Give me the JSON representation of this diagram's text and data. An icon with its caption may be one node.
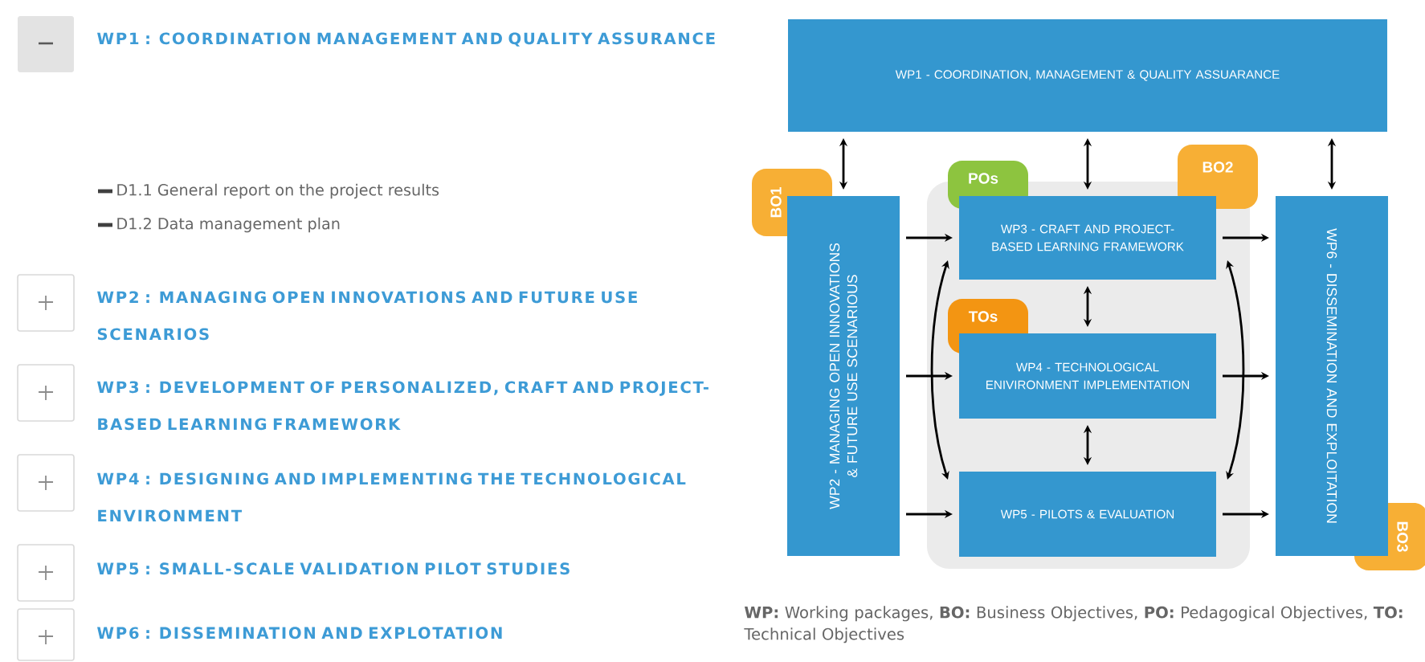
{
  "diagram": {
    "nodes": [
      {
        "text": [
          "WP1 - COORDINATION, MANAGEMENT & QUALITY ASSUARANCE"
        ]
      },
      {
        "text": [
          "BO1"
        ]
      },
      {
        "text": [
          "WP2 - MANAGING OPEN INNOVATIONS & FUTURE USE SCENARIOUS"
        ]
      },
      {
        "text": [],
        "shape": "box"
      },
      {
        "text": [
          "POs"
        ]
      },
      {
        "text": [
          "BO2"
        ]
      },
      {
        "text": [
          "WP3 - CRAFT AND PROJECT-BASED LEARNING FRAMEWORK"
        ],
        "in": 3
      },
      {
        "text": [
          "TOs"
        ],
        "in": 3
      },
      {
        "text": [
          "WP4 - TECHNOLOGICAL ENIVIRONMENT IMPLEMENTATION"
        ],
        "in": 3
      },
      {
        "text": [
          "WP5 - PILOTS & EVALUATION"
        ],
        "in": 3
      },
      {
        "text": [
          "WP6 - DISSEMINATION AND EXPLOITATION"
        ]
      },
      {
        "text": [
          "BO3"
        ]
      }
    ],
    "edges": [
      {
        "from": 0,
        "to": 2,
        "arrow": "both"
      },
      {
        "from": 0,
        "to": 6,
        "arrow": "both"
      },
      {
        "from": 0,
        "to": 10,
        "arrow": "both"
      },
      {
        "from": 2,
        "to": 6,
        "arrow": "to"
      },
      {
        "from": 2,
        "to": 8,
        "arrow": "to"
      },
      {
        "from": 2,
        "to": 9,
        "arrow": "to"
      },
      {
        "from": 6,
        "to": 8,
        "arrow": "both"
      },
      {
        "from": 8,
        "to": 9,
        "arrow": "both"
      },
      {
        "from": 6,
        "to": 9,
        "arrow": "both"
      },
      {
        "from": 6,
        "to": 9,
        "arrow": "both"
      },
      {
        "from": 6,
        "to": 10,
        "arrow": "to"
      },
      {
        "from": 8,
        "to": 10,
        "arrow": "to"
      },
      {
        "from": 9,
        "to": 10,
        "arrow": "to"
      }
    ],
    "labels": [
      "WP1 : COORDINATION MANAGEMENT AND QUALITY ASSURANCE",
      "D1.1 General report on the project results",
      "D1.2 Data management plan",
      "WP2 : MANAGING OPEN INNOVATIONS AND FUTURE USE SCENARIOS",
      "WP3 : DEVELOPMENT OF PERSONALIZED, CRAFT AND PROJECT-BASED LEARNING FRAMEWORK",
      "WP4 : DESIGNING AND IMPLEMENTING THE TECHNOLOGICAL ENVIRONMENT",
      "WP5 : SMALL-SCALE VALIDATION PILOT STUDIES",
      "WP6 : DISSEMINATION AND EXPLOTATION"
    ],
    "caption": "**WP:** Working packages, **BO:** Business Objectives, **PO:** Pedagogical Objectives, **TO:** Technical Objectives"
  }
}
